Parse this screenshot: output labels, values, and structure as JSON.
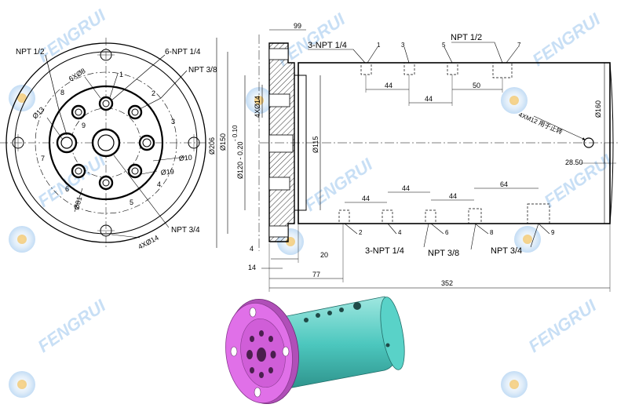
{
  "watermark": {
    "text": "FENGRUI",
    "color": "#9cc6ee"
  },
  "colors": {
    "flange3d": "#e070e8",
    "body3d": "#4cc7be",
    "line": "#000000"
  },
  "front_view": {
    "callouts": {
      "npt_half": "NPT 1/2",
      "six_npt_quarter": "6-NPT 1/4",
      "npt_3_8": "NPT 3/8",
      "six_x_dia8": "6XØ8",
      "dia13": "Ø13",
      "dia10": "Ø10",
      "dia19": "Ø19",
      "dia81": "Ø81",
      "npt_3_4": "NPT 3/4",
      "four_x_dia14": "4XØ14"
    },
    "port_numbers": [
      "1",
      "2",
      "3",
      "4",
      "5",
      "6",
      "7",
      "8",
      "9"
    ]
  },
  "side_view": {
    "dims": {
      "d99": "99",
      "d206": "Ø206",
      "d150": "Ø150",
      "tol": "- 0.10",
      "d120": "Ø120 - 0.20",
      "four_x_dia14": "4XØ14",
      "d115": "Ø115",
      "d160": "Ø160",
      "d4": "4",
      "d20": "20",
      "d14": "14",
      "d77": "77",
      "d352": "352",
      "d2850": "28.50",
      "top_44a": "44",
      "top_44b": "44",
      "top_50": "50",
      "bot_44a": "44",
      "bot_44b": "44",
      "bot_44c": "44",
      "bot_64": "64",
      "m12": "4XM12 用于止转"
    },
    "labels": {
      "top_3npt": "3-NPT 1/4",
      "top_npt_half": "NPT 1/2",
      "bot_3npt": "3-NPT 1/4",
      "bot_npt38": "NPT 3/8",
      "bot_npt34": "NPT 3/4"
    },
    "top_ports": [
      "1",
      "3",
      "5",
      "7"
    ],
    "bottom_ports": [
      "2",
      "4",
      "6",
      "8",
      "9"
    ]
  }
}
